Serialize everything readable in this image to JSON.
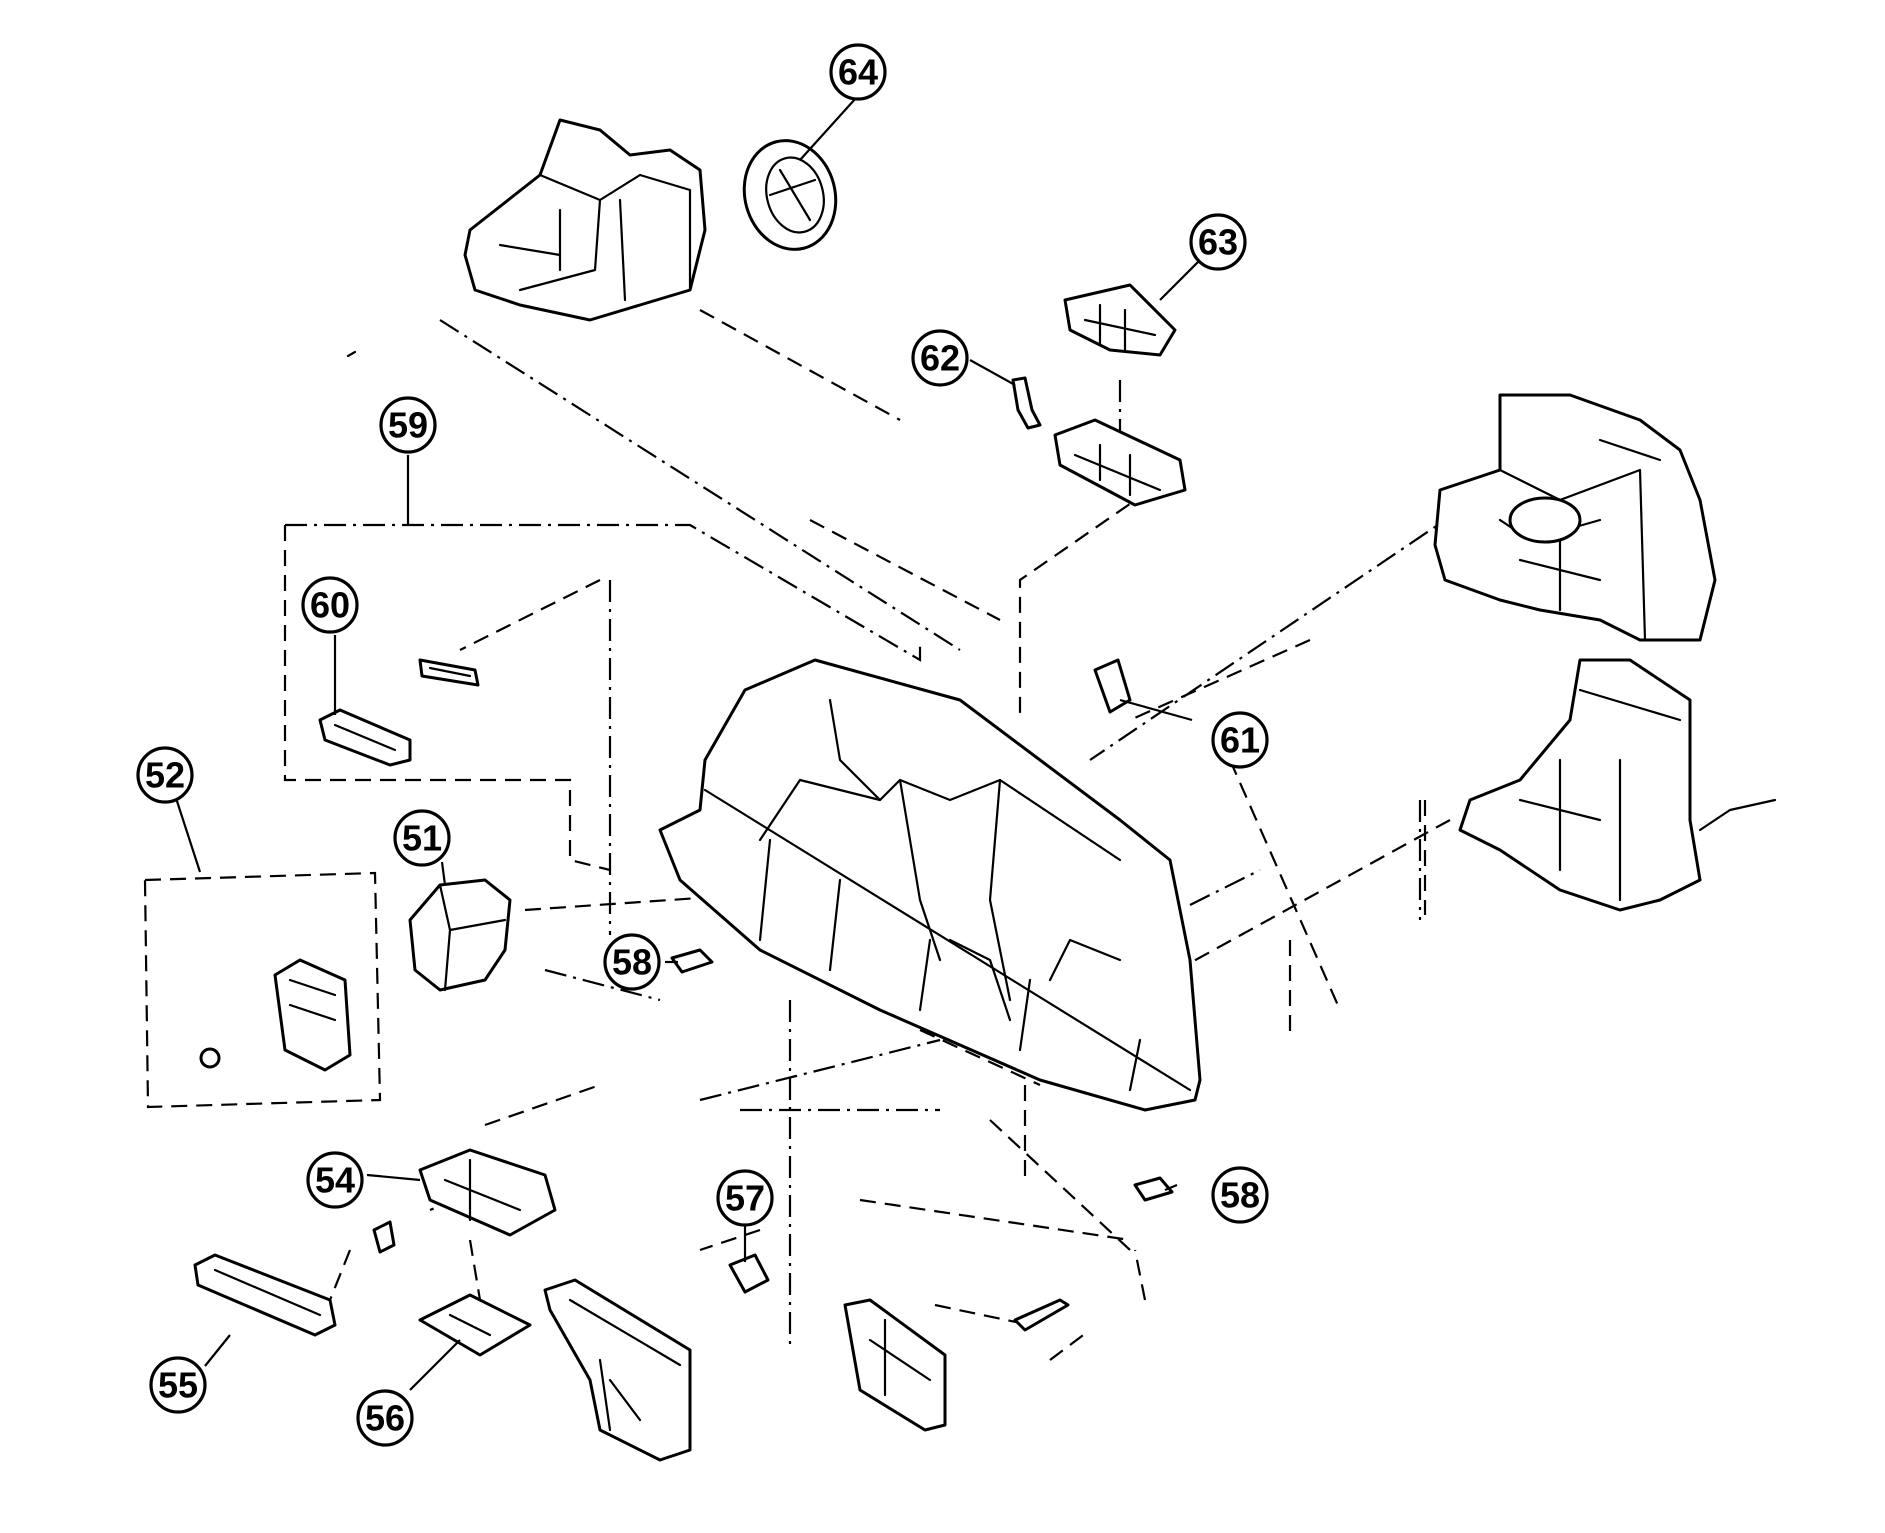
{
  "callouts": [
    {
      "id": "51",
      "label": "51"
    },
    {
      "id": "52",
      "label": "52"
    },
    {
      "id": "54",
      "label": "54"
    },
    {
      "id": "55",
      "label": "55"
    },
    {
      "id": "56",
      "label": "56"
    },
    {
      "id": "57",
      "label": "57"
    },
    {
      "id": "58a",
      "label": "58"
    },
    {
      "id": "58b",
      "label": "58"
    },
    {
      "id": "59",
      "label": "59"
    },
    {
      "id": "60",
      "label": "60"
    },
    {
      "id": "61",
      "label": "61"
    },
    {
      "id": "62",
      "label": "62"
    },
    {
      "id": "63",
      "label": "63"
    },
    {
      "id": "64",
      "label": "64"
    }
  ]
}
